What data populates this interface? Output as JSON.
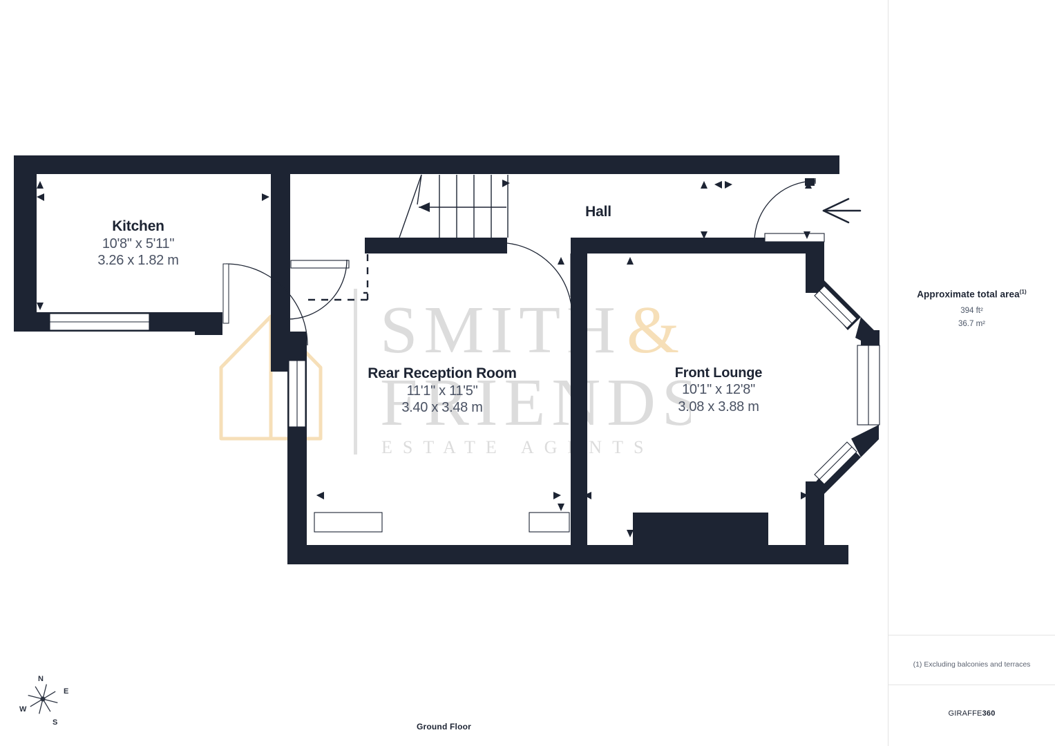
{
  "document": {
    "floor_title": "Ground Floor"
  },
  "sidebar": {
    "area_title": "Approximate total area",
    "area_title_superscript": "(1)",
    "area_sqft": "394 ft²",
    "area_sqm": "36.7 m²",
    "footnote": "(1) Excluding balconies and terraces",
    "brand_prefix": "GIRAFFE",
    "brand_suffix": "360"
  },
  "watermark": {
    "line1": "SMITH &",
    "line1a": "SMITH",
    "line1b": "&",
    "line2": "FRIENDS",
    "line3": "ESTATE AGENTS"
  },
  "compass": {
    "north": "N",
    "east": "E",
    "south": "S",
    "west": "W"
  },
  "rooms": [
    {
      "key": "kitchen",
      "name": "Kitchen",
      "dim_imperial": "10'8\" x 5'11\"",
      "dim_metric": "3.26 x 1.82 m"
    },
    {
      "key": "hall",
      "name": "Hall",
      "dim_imperial": "",
      "dim_metric": ""
    },
    {
      "key": "rear_reception",
      "name": "Rear Reception Room",
      "dim_imperial": "11'1\" x 11'5\"",
      "dim_metric": "3.40 x 3.48 m"
    },
    {
      "key": "front_lounge",
      "name": "Front Lounge",
      "dim_imperial": "10'1\" x 12'8\"",
      "dim_metric": "3.08 x 3.88 m"
    }
  ],
  "colors": {
    "wall": "#1d2433",
    "text_dark": "#1d2433",
    "text_grey": "#4a5263",
    "watermark_grey": "#dcdcdc",
    "watermark_gold": "#f6dfb8",
    "divider": "#e3e3e3",
    "background": "#ffffff"
  }
}
